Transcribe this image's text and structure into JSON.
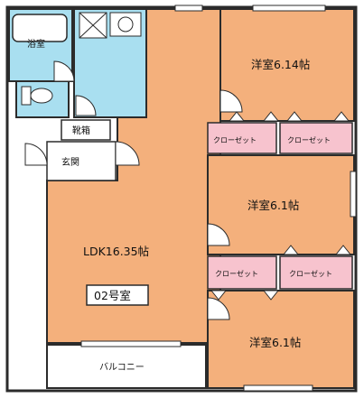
{
  "rooms": {
    "bath": "浴室",
    "western1": "洋室6.14帖",
    "western2": "洋室6.1帖",
    "western3": "洋室6.1帖",
    "ldk": "LDK16.35帖",
    "shoe_box": "靴箱",
    "entrance": "玄関",
    "balcony": "バルコニー",
    "unit": "02号室"
  },
  "closets": [
    "クローゼット",
    "クローゼット",
    "クローゼット",
    "クローゼット"
  ],
  "colors": {
    "room": "#f4b07c",
    "closet": "#f7c3ce",
    "wet": "#a9dff0",
    "wall": "#2b2b2b",
    "floor_white": "#ffffff"
  }
}
